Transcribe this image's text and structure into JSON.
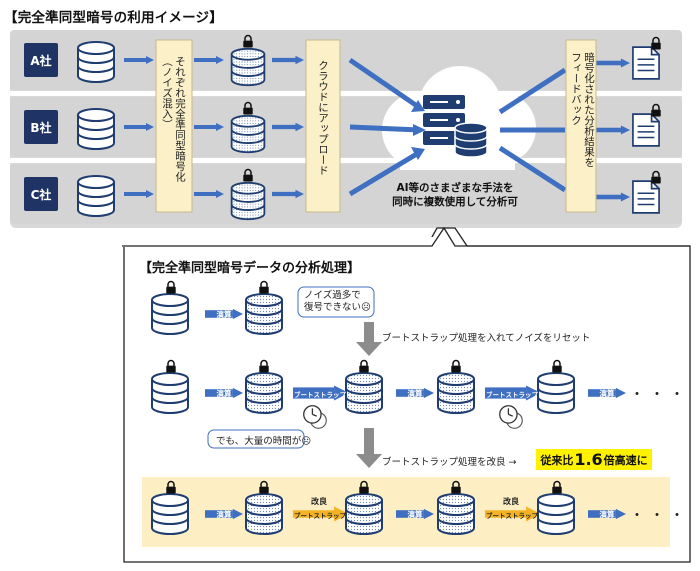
{
  "title": "【完全準同型暗号の利用イメージ】",
  "companies": [
    "A社",
    "B社",
    "C社"
  ],
  "encrypt_label": "それぞれ完全準同型暗号化\n（ノイズ混入）",
  "upload_label": "クラウドにアップロード",
  "feedback_label": "暗号化された分析結果を\nフィードバック",
  "cloud_caption_1": "AI等のさまざまな手法を",
  "cloud_caption_2": "同時に複数使用して分析可",
  "subtitle": "【完全準同型暗号データの分析処理】",
  "op_label": "演算",
  "bootstrap_label": "ブートストラップ",
  "improve_label": "改良",
  "noise_note_1": "ノイズ過多で",
  "noise_note_2": "復号できない☹",
  "bootstrap_step": "ブートストラップ処理を入れてノイズをリセット",
  "time_note": "でも、大量の時間が☹",
  "improve_step": "ブートストラップ処理を改良 →",
  "speedup": {
    "prefix": "従来比",
    "value": "1.6",
    "suffix": "倍高速に"
  },
  "ellipsis": "・・・",
  "colors": {
    "navy": "#1f3464",
    "arrow_blue": "#3f6fc0",
    "db_blue": "#1f3d70",
    "lane_gray": "#d9d9d9",
    "label_cream": "#fbf0c8",
    "bootstrap_yellow": "#f3b324",
    "highlight_band": "#fdefc3",
    "speed_highlight": "#fff200"
  }
}
